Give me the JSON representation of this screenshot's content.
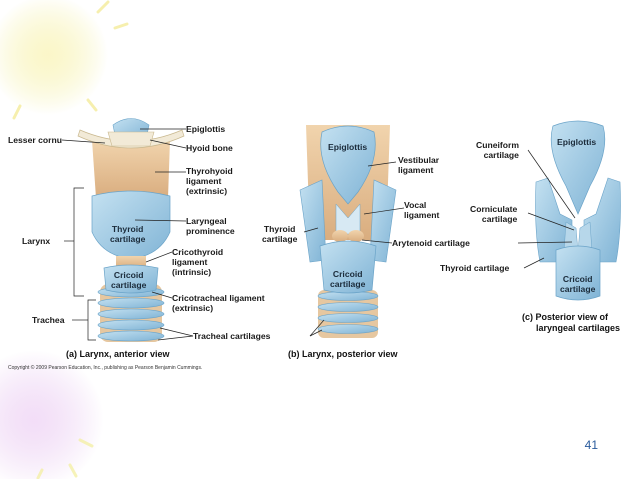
{
  "labels": {
    "lesser_cornu": "Lesser cornu",
    "epiglottis_a": "Epiglottis",
    "hyoid_bone": "Hyoid bone",
    "thyrohyoid": [
      "Thyrohyoid",
      "ligament",
      "(extrinsic)"
    ],
    "laryngeal_prominence": [
      "Laryngeal",
      "prominence"
    ],
    "cricothyroid": [
      "Cricothyroid",
      "ligament",
      "(intrinsic)"
    ],
    "cricotracheal": [
      "Cricotracheal ligament",
      "(extrinsic)"
    ],
    "tracheal_cartilages": "Tracheal cartilages",
    "larynx": "Larynx",
    "trachea": "Trachea",
    "thyroid_cartilage_a": [
      "Thyroid",
      "cartilage"
    ],
    "cricoid_cartilage_a": [
      "Cricoid",
      "cartilage"
    ],
    "epiglottis_b": "Epiglottis",
    "vestibular_ligament": [
      "Vestibular",
      "ligament"
    ],
    "vocal_ligament": [
      "Vocal",
      "ligament"
    ],
    "thyroid_cartilage_b": [
      "Thyroid",
      "cartilage"
    ],
    "arytenoid_cartilage": "Arytenoid cartilage",
    "cricoid_cartilage_b": [
      "Cricoid",
      "cartilage"
    ],
    "cuneiform_cartilage": [
      "Cuneiform",
      "cartilage"
    ],
    "epiglottis_c": "Epiglottis",
    "corniculate_cartilage": [
      "Corniculate",
      "cartilage"
    ],
    "thyroid_cartilage_c": "Thyroid cartilage",
    "cricoid_cartilage_c": [
      "Cricoid",
      "cartilage"
    ]
  },
  "captions": {
    "a": "(a) Larynx, anterior view",
    "b": "(b) Larynx, posterior view",
    "c": [
      "(c) Posterior view of",
      "laryngeal cartilages"
    ]
  },
  "copyright": "Copyright © 2009 Pearson Education, Inc., publishing as Pearson Benjamin Cummings.",
  "page_number": "41",
  "colors": {
    "cartilage_blue": "#9fcbe3",
    "cartilage_blue_dark": "#6aa3c8",
    "ligament_tan": "#e7c49b",
    "hyoid_cream": "#f2ead7",
    "leader_line": "#222222",
    "page_number": "#2a5b9c"
  }
}
